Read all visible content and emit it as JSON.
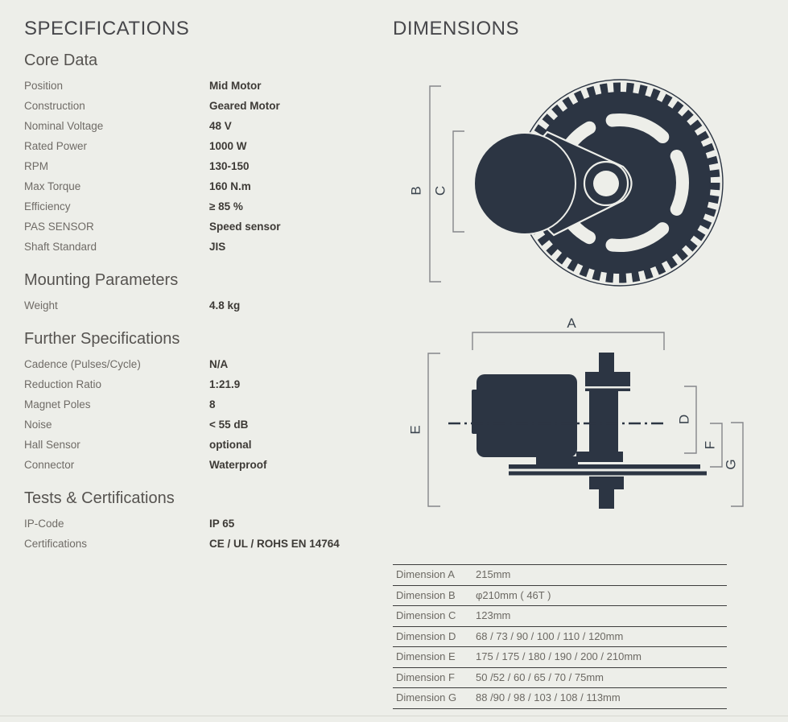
{
  "colors": {
    "background": "#edeee9",
    "ink": "#2c3543",
    "heading_text": "#47474b",
    "label_text": "#6f6b66",
    "value_text": "#3d3a36",
    "table_border": "#3c3c3c"
  },
  "specifications": {
    "title": "SPECIFICATIONS",
    "sections": [
      {
        "heading": "Core Data",
        "rows": [
          {
            "label": "Position",
            "value": "Mid Motor"
          },
          {
            "label": "Construction",
            "value": "Geared Motor"
          },
          {
            "label": "Nominal Voltage",
            "value": "48 V"
          },
          {
            "label": "Rated Power",
            "value": "1000 W"
          },
          {
            "label": "RPM",
            "value": "130-150"
          },
          {
            "label": "Max Torque",
            "value": "160 N.m"
          },
          {
            "label": "Efficiency",
            "value": "≥ 85 %"
          },
          {
            "label": "PAS SENSOR",
            "value": "Speed sensor"
          },
          {
            "label": "Shaft Standard",
            "value": "JIS"
          }
        ]
      },
      {
        "heading": "Mounting Parameters",
        "rows": [
          {
            "label": "Weight",
            "value": "4.8 kg"
          }
        ]
      },
      {
        "heading": "Further Specifications",
        "rows": [
          {
            "label": "Cadence (Pulses/Cycle)",
            "value": "N/A"
          },
          {
            "label": "Reduction Ratio",
            "value": "1:21.9"
          },
          {
            "label": "Magnet Poles",
            "value": "8"
          },
          {
            "label": "Noise",
            "value": "< 55 dB"
          },
          {
            "label": "Hall Sensor",
            "value": "optional"
          },
          {
            "label": "Connector",
            "value": "Waterproof"
          }
        ]
      },
      {
        "heading": "Tests & Certifications",
        "rows": [
          {
            "label": "IP-Code",
            "value": "IP 65"
          },
          {
            "label": "Certifications",
            "value": "CE / UL / ROHS EN 14764"
          }
        ]
      }
    ]
  },
  "dimensions": {
    "title": "DIMENSIONS",
    "front_view": {
      "labels": [
        "B",
        "C"
      ]
    },
    "side_view": {
      "labels": [
        "A",
        "E",
        "D",
        "F",
        "G"
      ]
    },
    "table": {
      "rows": [
        {
          "label": "Dimension A",
          "value": "215mm"
        },
        {
          "label": "Dimension B",
          "value": "φ210mm ( 46T )"
        },
        {
          "label": "Dimension C",
          "value": "123mm"
        },
        {
          "label": "Dimension D",
          "value": "68 / 73 / 90 / 100 / 110 / 120mm"
        },
        {
          "label": "Dimension E",
          "value": "175 / 175 / 180 / 190 / 200 / 210mm"
        },
        {
          "label": "Dimension F",
          "value": "50 /52 / 60 / 65 / 70 / 75mm"
        },
        {
          "label": "Dimension G",
          "value": "88 /90 / 98 / 103 / 108 / 113mm"
        }
      ]
    }
  }
}
